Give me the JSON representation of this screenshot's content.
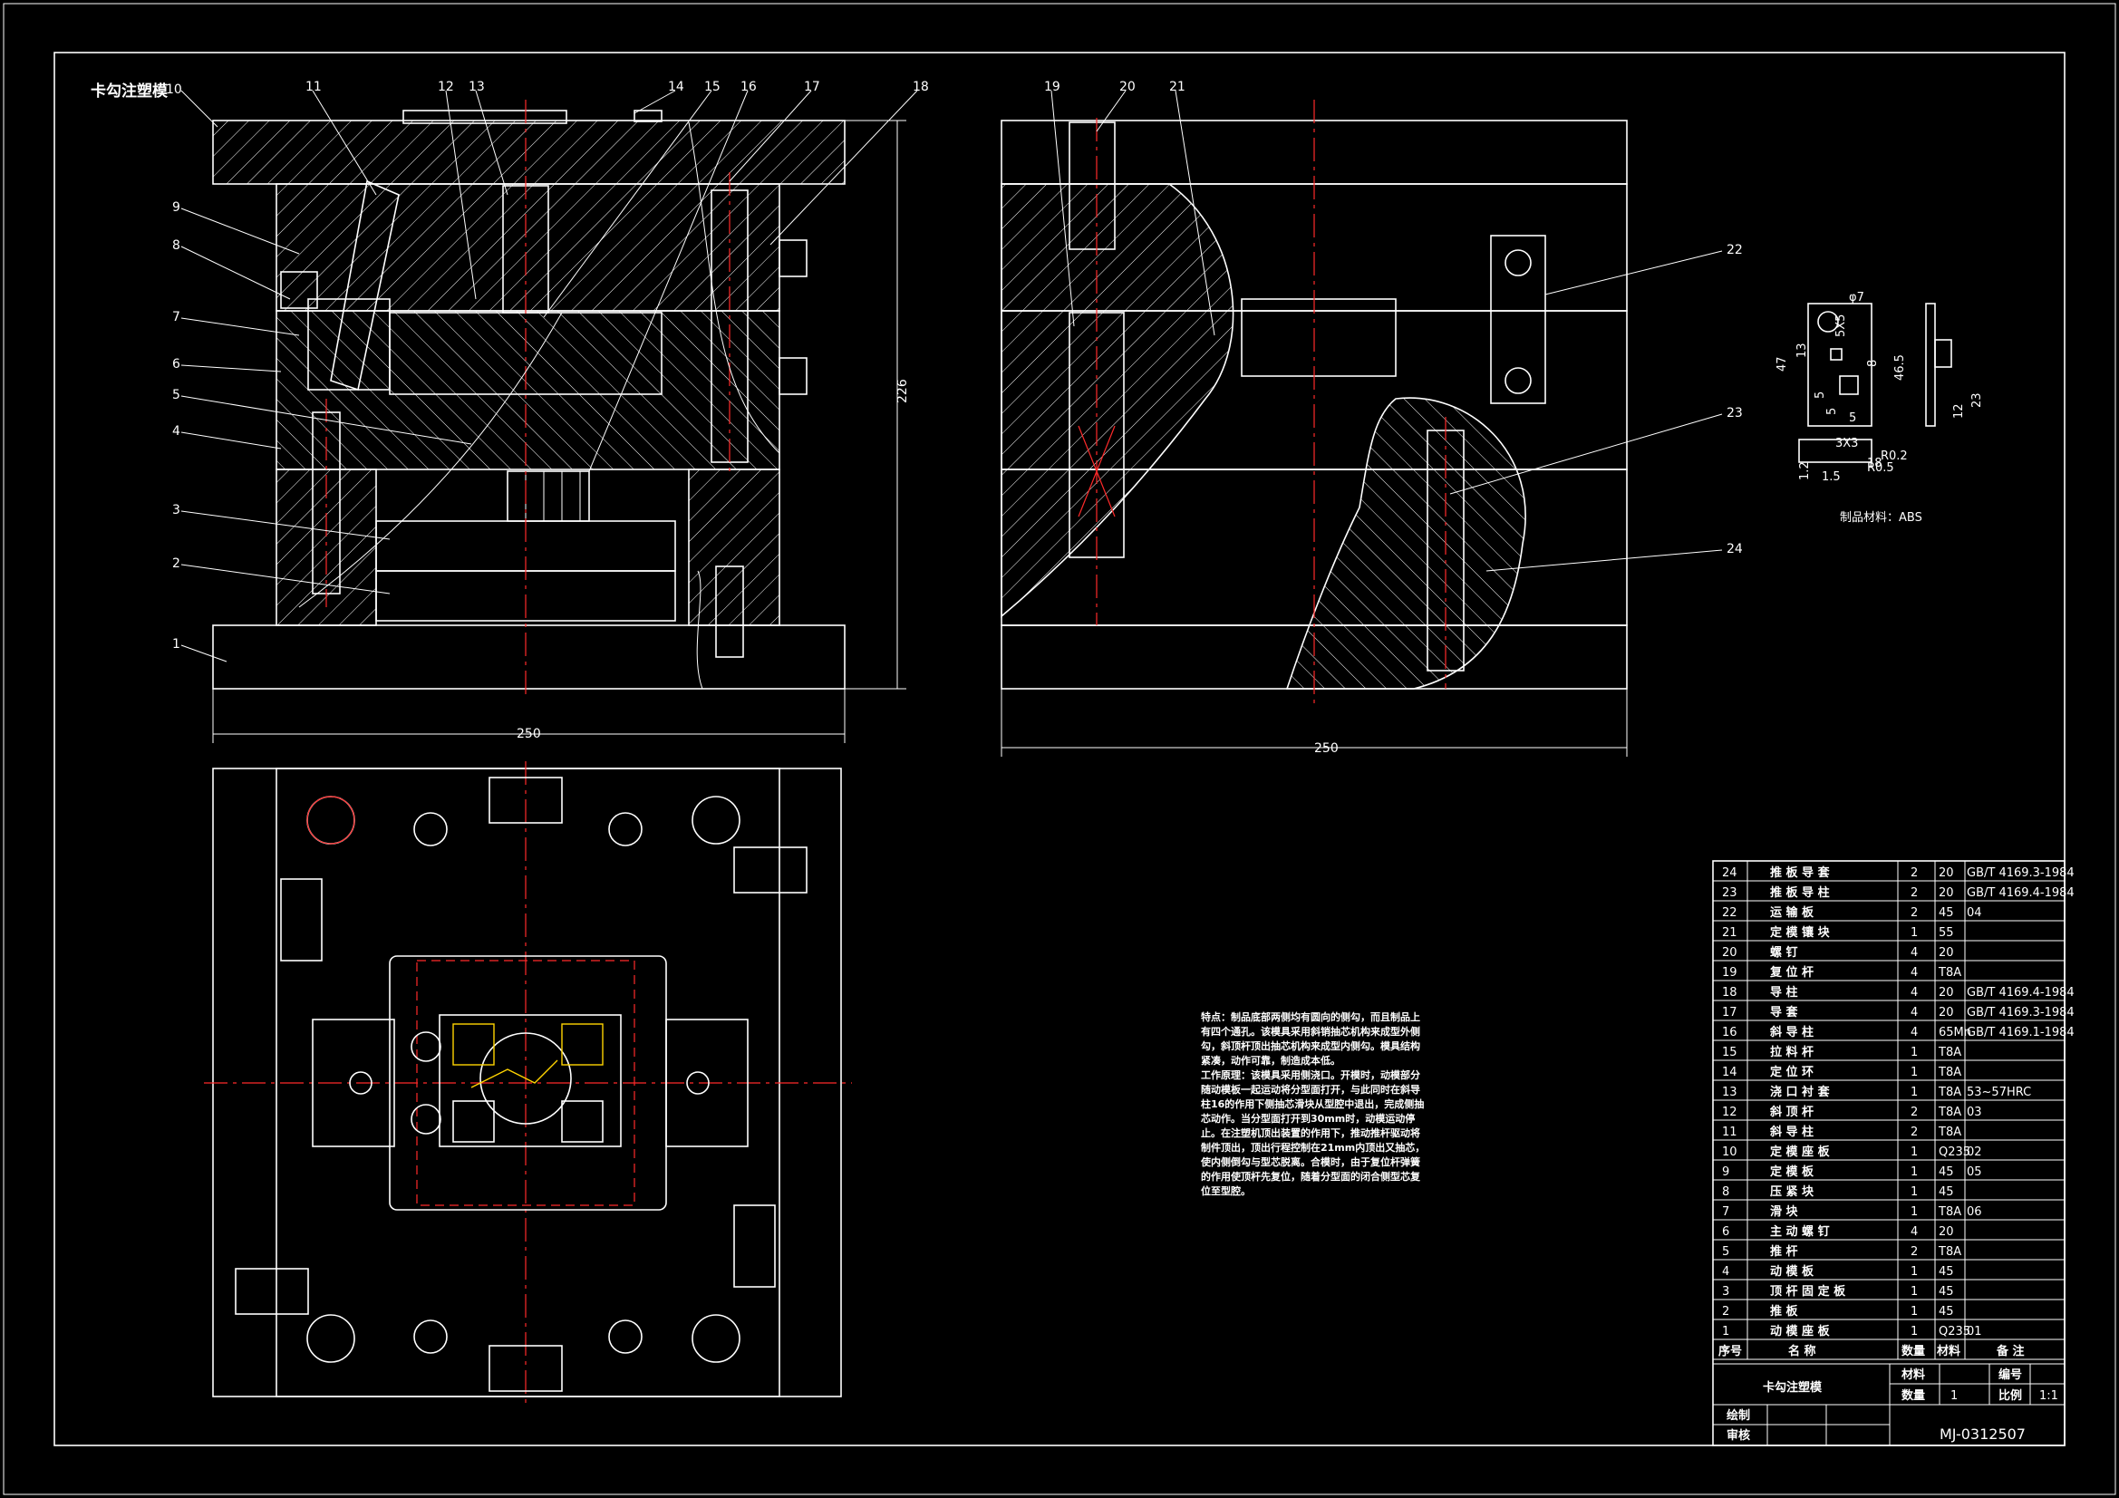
{
  "title": "卡勾注塑模",
  "drawing_number": "MJ-0312507",
  "part_numbers_main": [
    "1",
    "2",
    "3",
    "4",
    "5",
    "6",
    "7",
    "8",
    "9",
    "10",
    "11",
    "12",
    "13",
    "14",
    "15",
    "16",
    "17",
    "18"
  ],
  "part_numbers_side": [
    "19",
    "20",
    "21",
    "22",
    "23",
    "24"
  ],
  "dimensions": {
    "main_width": "250",
    "main_height": "226",
    "side_width": "250"
  },
  "part_detail": {
    "dims": [
      "φ7",
      "5X5",
      "47",
      "13",
      "5",
      "8",
      "5",
      "5",
      "3X3",
      "18",
      "1.2",
      "1.5",
      "R0.5",
      "R0.2",
      "46.5",
      "12",
      "23"
    ],
    "material": "制品材料：ABS"
  },
  "notes": {
    "p1": "特点：制品底部两侧均有圆向的侧勾，而且制品上有四个通孔。该模具采用斜销抽芯机构来成型外侧勾，斜顶杆顶出抽芯机构来成型内侧勾。模具结构紧凑，动作可靠，制造成本低。",
    "p2": "工作原理：该模具采用侧浇口。开模时，动模部分随动模板一起运动将分型面打开，与此同时在斜导柱16的作用下侧抽芯滑块从型腔中退出，完成侧抽芯动作。当分型面打开到30mm时，动模运动停止。在注塑机顶出装置的作用下，推动推杆驱动将制件顶出，顶出行程控制在21mm内顶出又抽芯，使内侧倒勾与型芯脱离。合模时，由于复位杆弹簧的作用使顶杆先复位，随着分型面的闭合侧型芯复位至型腔。"
  },
  "bom": {
    "rows": [
      {
        "no": "24",
        "name": "推 板 导 套",
        "qty": "2",
        "mat": "20",
        "note": "GB/T 4169.3-1984"
      },
      {
        "no": "23",
        "name": "推 板 导 柱",
        "qty": "2",
        "mat": "20",
        "note": "GB/T 4169.4-1984"
      },
      {
        "no": "22",
        "name": "运 输 板",
        "qty": "2",
        "mat": "45",
        "note": "04"
      },
      {
        "no": "21",
        "name": "定 模 镶 块",
        "qty": "1",
        "mat": "55",
        "note": ""
      },
      {
        "no": "20",
        "name": "螺 钉",
        "qty": "4",
        "mat": "20",
        "note": ""
      },
      {
        "no": "19",
        "name": "复 位 杆",
        "qty": "4",
        "mat": "T8A",
        "note": ""
      },
      {
        "no": "18",
        "name": "导 柱",
        "qty": "4",
        "mat": "20",
        "note": "GB/T 4169.4-1984"
      },
      {
        "no": "17",
        "name": "导 套",
        "qty": "4",
        "mat": "20",
        "note": "GB/T 4169.3-1984"
      },
      {
        "no": "16",
        "name": "斜 导 柱",
        "qty": "4",
        "mat": "65Mn",
        "note": "GB/T 4169.1-1984"
      },
      {
        "no": "15",
        "name": "拉 料 杆",
        "qty": "1",
        "mat": "T8A",
        "note": ""
      },
      {
        "no": "14",
        "name": "定 位 环",
        "qty": "1",
        "mat": "T8A",
        "note": ""
      },
      {
        "no": "13",
        "name": "浇 口 衬 套",
        "qty": "1",
        "mat": "T8A",
        "note": "53~57HRC"
      },
      {
        "no": "12",
        "name": "斜 顶 杆",
        "qty": "2",
        "mat": "T8A",
        "note": "03"
      },
      {
        "no": "11",
        "name": "斜 导 柱",
        "qty": "2",
        "mat": "T8A",
        "note": ""
      },
      {
        "no": "10",
        "name": "定 模 座 板",
        "qty": "1",
        "mat": "Q235",
        "note": "02"
      },
      {
        "no": "9",
        "name": "定 模 板",
        "qty": "1",
        "mat": "45",
        "note": "05"
      },
      {
        "no": "8",
        "name": "压 紧 块",
        "qty": "1",
        "mat": "45",
        "note": ""
      },
      {
        "no": "7",
        "name": "滑 块",
        "qty": "1",
        "mat": "T8A",
        "note": "06"
      },
      {
        "no": "6",
        "name": "主 动 螺 钉",
        "qty": "4",
        "mat": "20",
        "note": ""
      },
      {
        "no": "5",
        "name": "推 杆",
        "qty": "2",
        "mat": "T8A",
        "note": ""
      },
      {
        "no": "4",
        "name": "动 模 板",
        "qty": "1",
        "mat": "45",
        "note": ""
      },
      {
        "no": "3",
        "name": "顶 杆 固 定 板",
        "qty": "1",
        "mat": "45",
        "note": ""
      },
      {
        "no": "2",
        "name": "推 板",
        "qty": "1",
        "mat": "45",
        "note": ""
      },
      {
        "no": "1",
        "name": "动 模 座 板",
        "qty": "1",
        "mat": "Q235",
        "note": "01"
      }
    ],
    "header": {
      "no": "序号",
      "name": "名 称",
      "qty": "数量",
      "mat": "材料",
      "note": "备 注"
    },
    "title_block": {
      "name": "卡勾注塑模",
      "material_label": "材料",
      "code_label": "编号",
      "qty_label": "数量",
      "qty_value": "1",
      "scale_label": "比例",
      "scale_value": "1:1",
      "drafter_label": "绘制",
      "checker_label": "审核"
    }
  },
  "colors": {
    "background": "#000000",
    "lines": "#ffffff",
    "centerlines": "#ff2a2a",
    "highlight": "#ffd400"
  }
}
